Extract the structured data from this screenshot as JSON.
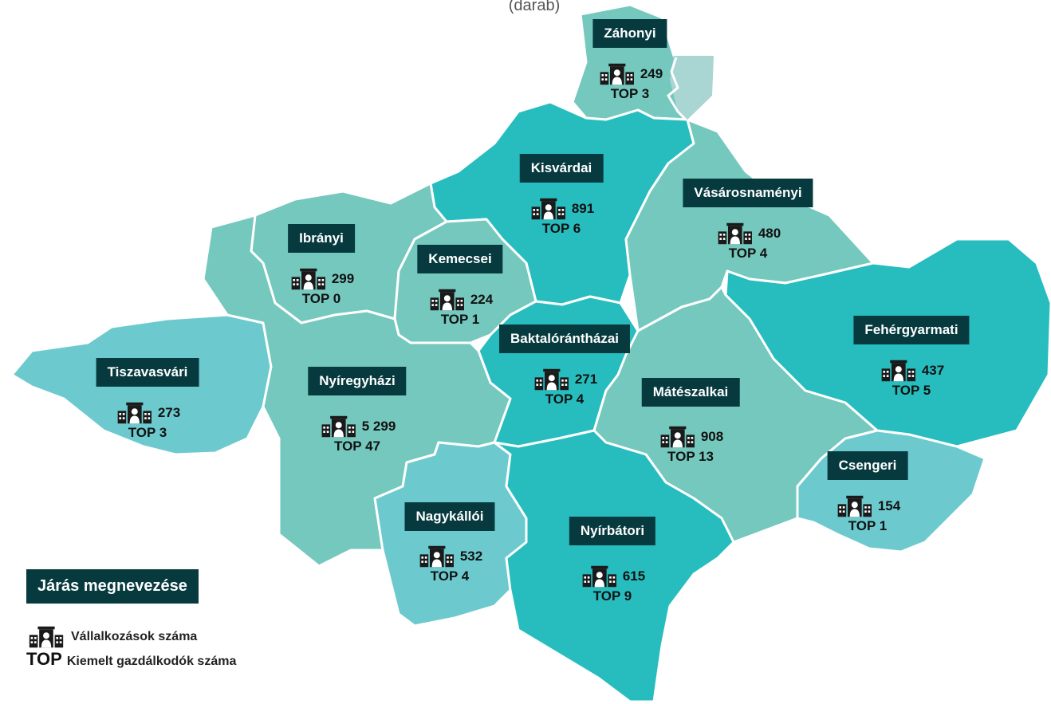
{
  "subtitle": "(darab)",
  "colors": {
    "label_bg": "#063a3f",
    "teal_dark": "#27bdbf",
    "teal_mid": "#75c8bd",
    "teal_light": "#6ccacf",
    "border": "#ffffff"
  },
  "icons": {
    "enterprises": "building-person-icon"
  },
  "districts": [
    {
      "name": "Záhonyi",
      "count": "249",
      "top": "TOP 3"
    },
    {
      "name": "Kisvárdai",
      "count": "891",
      "top": "TOP 6"
    },
    {
      "name": "Vásárosnaményi",
      "count": "480",
      "top": "TOP 4"
    },
    {
      "name": "Ibrányi",
      "count": "299",
      "top": "TOP 0"
    },
    {
      "name": "Kemecsei",
      "count": "224",
      "top": "TOP 1"
    },
    {
      "name": "Baktalórántházai",
      "count": "271",
      "top": "TOP 4"
    },
    {
      "name": "Fehérgyarmati",
      "count": "437",
      "top": "TOP 5"
    },
    {
      "name": "Tiszavasvári",
      "count": "273",
      "top": "TOP 3"
    },
    {
      "name": "Nyíregyházi",
      "count": "5 299",
      "top": "TOP 47"
    },
    {
      "name": "Mátészalkai",
      "count": "908",
      "top": "TOP 13"
    },
    {
      "name": "Csengeri",
      "count": "154",
      "top": "TOP 1"
    },
    {
      "name": "Nagykállói",
      "count": "532",
      "top": "TOP 4"
    },
    {
      "name": "Nyírbátori",
      "count": "615",
      "top": "TOP 9"
    }
  ],
  "legend": {
    "title": "Járás megnevezése",
    "enterprises_label": "Vállalkozások száma",
    "top_word": "TOP",
    "top_label": "Kiemelt gazdálkodók száma"
  }
}
